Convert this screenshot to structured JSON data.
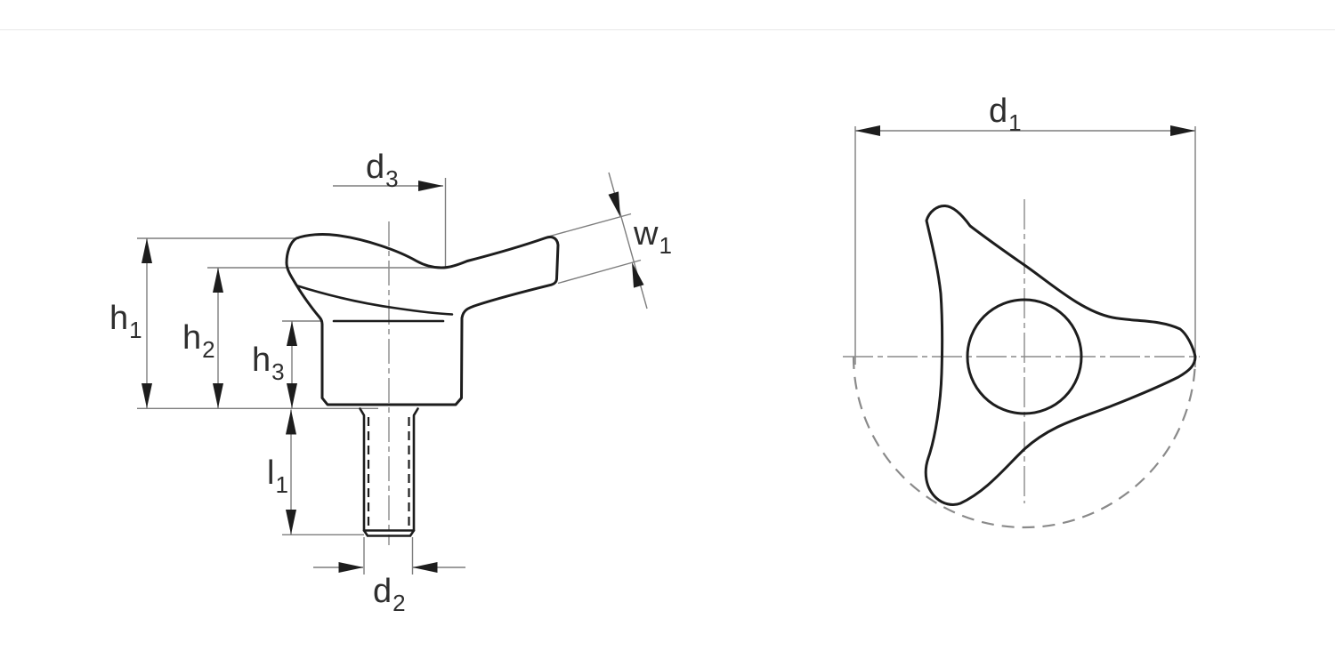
{
  "drawing": {
    "type": "technical-drawing",
    "subject": "three-lobe knob with threaded stud, side view and top view"
  },
  "labels": {
    "h1": {
      "base": "h",
      "sub": "1"
    },
    "h2": {
      "base": "h",
      "sub": "2"
    },
    "h3": {
      "base": "h",
      "sub": "3"
    },
    "l1": {
      "base": "l",
      "sub": "1"
    },
    "d1": {
      "base": "d",
      "sub": "1"
    },
    "d2": {
      "base": "d",
      "sub": "2"
    },
    "d3": {
      "base": "d",
      "sub": "3"
    },
    "w1": {
      "base": "w",
      "sub": "1"
    }
  },
  "colors": {
    "background": "#ffffff",
    "part_outline": "#1d1d1d",
    "dimension_line": "#7d7d7d",
    "centerline": "#8a8a8a",
    "label_text": "#2e2e2e",
    "top_divider": "#e9e9e9"
  }
}
